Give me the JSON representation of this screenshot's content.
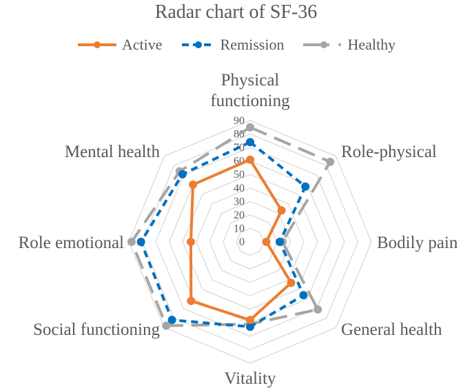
{
  "chart_data": {
    "type": "radar",
    "title": "Radar chart of SF-36",
    "categories": [
      "Physical functioning",
      "Role-physical",
      "Bodily pain",
      "General health",
      "Vitality",
      "Social functioning",
      "Role emotional",
      "Mental health"
    ],
    "series": [
      {
        "name": "Active",
        "color": "#ED7D31",
        "style": "solid",
        "values": [
          61,
          33,
          12,
          43,
          58,
          62,
          44,
          60
        ]
      },
      {
        "name": "Remission",
        "color": "#0070C0",
        "style": "dashed",
        "values": [
          74,
          58,
          22,
          56,
          63,
          82,
          81,
          71
        ]
      },
      {
        "name": "Healthy",
        "color": "#A5A5A5",
        "style": "long-dash",
        "values": [
          85,
          84,
          24,
          71,
          61,
          88,
          88,
          74
        ]
      }
    ],
    "rlim": [
      0,
      90
    ],
    "ticks": [
      0,
      10,
      20,
      30,
      40,
      50,
      60,
      70,
      80,
      90
    ],
    "grid": true,
    "legend_position": "top"
  },
  "labels": {
    "title": "Radar chart of SF-36",
    "legend": [
      "Active",
      "Remission",
      "Healthy"
    ]
  }
}
